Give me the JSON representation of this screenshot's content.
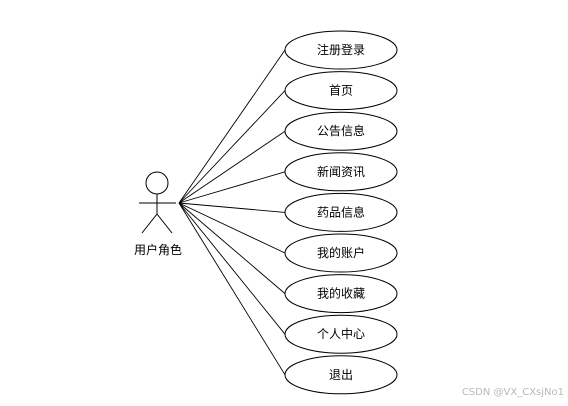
{
  "diagram": {
    "type": "use-case",
    "actor": {
      "label": "用户角色"
    },
    "use_cases": [
      {
        "label": "注册登录"
      },
      {
        "label": "首页"
      },
      {
        "label": "公告信息"
      },
      {
        "label": "新闻资讯"
      },
      {
        "label": "药品信息"
      },
      {
        "label": "我的账户"
      },
      {
        "label": "我的收藏"
      },
      {
        "label": "个人中心"
      },
      {
        "label": "退出"
      }
    ]
  },
  "watermark": "CSDN @VX_CXsjNo1"
}
